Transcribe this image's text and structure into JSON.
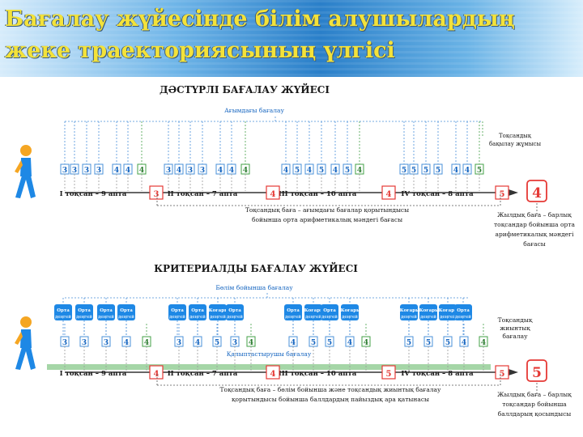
{
  "slide": {
    "title_line1": "Бағалау жүйесінде білім алушылардың",
    "title_line2": "жеке траекториясының үлгісі"
  },
  "colors": {
    "accent": "#1e88e5",
    "grade_box_border": "#2e7d32",
    "quarter_grade": "#e53935",
    "grade_text": "#1565c0",
    "criteria_badge": "#1e88e5",
    "green_bar": "#a5d6a7"
  },
  "traditional": {
    "title": "ДӘСТҮРЛІ БАҒАЛАУ ЖҮЙЕСІ",
    "current_label": "Ағымдағы бағалау",
    "quarter_exam_label": [
      "Тоқсандық",
      "бақылау жұмысы"
    ],
    "grades": [
      {
        "v": "3",
        "green": false
      },
      {
        "v": "3",
        "green": false
      },
      {
        "v": "3",
        "green": false
      },
      {
        "v": "3",
        "green": false
      },
      {
        "v": "4",
        "green": false
      },
      {
        "v": "4",
        "green": false
      },
      {
        "v": "4",
        "green": true
      },
      {
        "v": "3",
        "green": false
      },
      {
        "v": "4",
        "green": false
      },
      {
        "v": "3",
        "green": false
      },
      {
        "v": "3",
        "green": false
      },
      {
        "v": "4",
        "green": false
      },
      {
        "v": "4",
        "green": false
      },
      {
        "v": "4",
        "green": true
      },
      {
        "v": "4",
        "green": false
      },
      {
        "v": "5",
        "green": false
      },
      {
        "v": "4",
        "green": false
      },
      {
        "v": "5",
        "green": false
      },
      {
        "v": "4",
        "green": false
      },
      {
        "v": "5",
        "green": false
      },
      {
        "v": "4",
        "green": true
      },
      {
        "v": "5",
        "green": false
      },
      {
        "v": "5",
        "green": false
      },
      {
        "v": "5",
        "green": false
      },
      {
        "v": "5",
        "green": false
      },
      {
        "v": "4",
        "green": false
      },
      {
        "v": "4",
        "green": false
      },
      {
        "v": "5",
        "green": true
      }
    ],
    "quarters": [
      "I тоқсан – 9 апта",
      "II тоқсан – 7 апта",
      "III тоқсан – 10 апта",
      "IV тоқсан – 8 апта"
    ],
    "quarter_grades": [
      "3",
      "4",
      "4",
      "5"
    ],
    "final_grade": "4",
    "note_lines": [
      "Тоқсандық баға – ағымдағы бағалар қорытындысы",
      "бойынша орта арифметикалық мәндегі бағасы"
    ],
    "year_note_lines": [
      "Жылдық баға – барлық",
      "тоқсандар бойынша орта",
      "арифметикалық мәндегі",
      "бағасы"
    ]
  },
  "criteria": {
    "title": "КРИТЕРИАЛДЫ БАҒАЛАУ ЖҮЙЕСІ",
    "section_label": "Бөлім бойынша бағалау",
    "summative_label": [
      "Тоқсандық",
      "жиынтық",
      "бағалау"
    ],
    "formative_label": "Қалыптастырушы бағалау",
    "badges": [
      [
        "Орта",
        "деңгей"
      ],
      [
        "Орта",
        "деңгей"
      ],
      [
        "Орта",
        "деңгей"
      ],
      [
        "Орта",
        "деңгей"
      ],
      [
        "Орта",
        "деңгей"
      ],
      [
        "Орта",
        "деңгей"
      ],
      [
        "Жоғары",
        "деңгей"
      ],
      [
        "Орта",
        "деңгей"
      ],
      [
        "Орта",
        "деңгей"
      ],
      [
        "Жоғары",
        "деңгей"
      ],
      [
        "Орта",
        "деңгей"
      ],
      [
        "Жоғары",
        "деңгей"
      ],
      [
        "Жоғары",
        "деңгей"
      ],
      [
        "Жоғары",
        "деңгей"
      ],
      [
        "Жоғары",
        "деңгей"
      ],
      [
        "Орта",
        "деңгей"
      ]
    ],
    "grades": [
      {
        "v": "3",
        "green": false
      },
      {
        "v": "3",
        "green": false
      },
      {
        "v": "3",
        "green": false
      },
      {
        "v": "4",
        "green": false
      },
      {
        "v": "4",
        "green": true
      },
      {
        "v": "3",
        "green": false
      },
      {
        "v": "4",
        "green": false
      },
      {
        "v": "5",
        "green": false
      },
      {
        "v": "3",
        "green": false
      },
      {
        "v": "4",
        "green": true
      },
      {
        "v": "4",
        "green": false
      },
      {
        "v": "5",
        "green": false
      },
      {
        "v": "5",
        "green": false
      },
      {
        "v": "4",
        "green": false
      },
      {
        "v": "4",
        "green": true
      },
      {
        "v": "5",
        "green": false
      },
      {
        "v": "5",
        "green": false
      },
      {
        "v": "5",
        "green": false
      },
      {
        "v": "4",
        "green": false
      },
      {
        "v": "4",
        "green": true
      }
    ],
    "quarters": [
      "I тоқсан – 9 апта",
      "II тоқсан – 7 апта",
      "III тоқсан – 10 апта",
      "IV тоқсан – 8 апта"
    ],
    "quarter_grades": [
      "4",
      "4",
      "5",
      "5"
    ],
    "final_grade": "5",
    "note_lines": [
      "Тоқсандық баға – бөлім бойынша және тоқсандық жиынтық бағалау",
      "қорытындысы бойынша баллдардың пайыздық ара қатынасы"
    ],
    "year_note_lines": [
      "Жылдық баға – барлық",
      "тоқсандар бойынша",
      "баллдарың қосындысы"
    ]
  }
}
